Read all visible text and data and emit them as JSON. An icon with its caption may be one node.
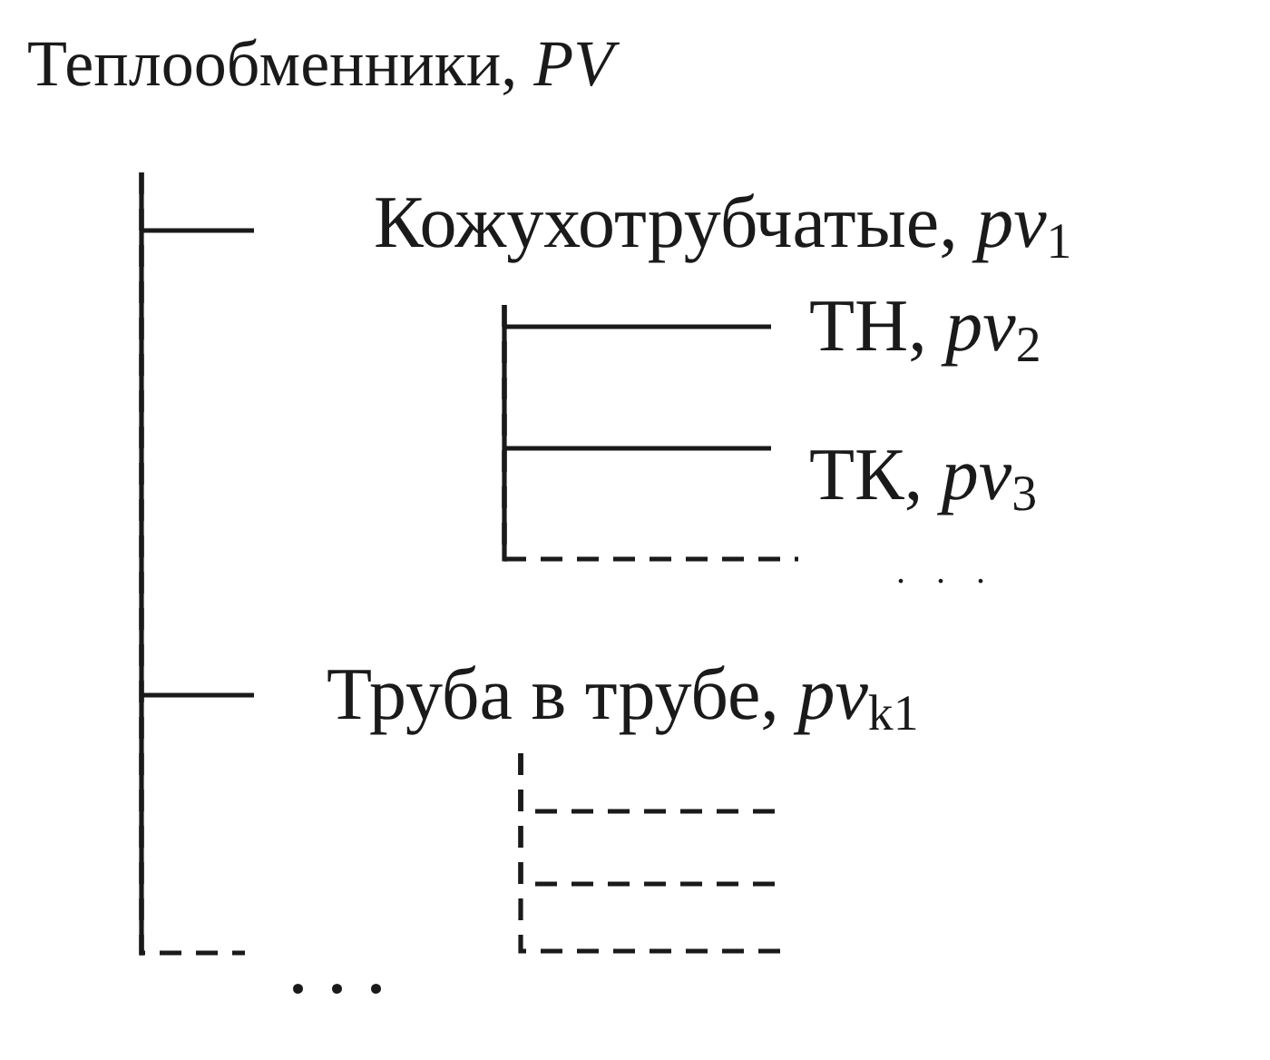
{
  "diagram": {
    "nodes": [
      {
        "text": [
          "Теплообменники, *PV*"
        ]
      },
      {
        "text": [
          "Кожухотрубчатые, *pv*$_{1}$"
        ]
      },
      {
        "text": [
          "ТН, *pv*$_{2}$"
        ]
      },
      {
        "text": [
          "ТК, *pv*$_{3}$"
        ]
      },
      {
        "text": [
          "Труба в трубе, *pv*$_{k1}$"
        ]
      }
    ],
    "edges": [
      {
        "from": 0,
        "to": 1,
        "arrow": "none"
      },
      {
        "from": 1,
        "to": 2,
        "arrow": "none"
      },
      {
        "from": 1,
        "to": 3,
        "arrow": "none"
      },
      {
        "from": 1,
        "to": null,
        "arrow": "none",
        "style": "dashed"
      },
      {
        "from": 0,
        "to": 4,
        "arrow": "none"
      },
      {
        "from": 4,
        "to": null,
        "arrow": "none",
        "style": "dashed"
      },
      {
        "from": 4,
        "to": null,
        "arrow": "none",
        "style": "dashed"
      },
      {
        "from": 4,
        "to": null,
        "arrow": "none",
        "style": "dashed"
      },
      {
        "from": 0,
        "to": null,
        "arrow": "none",
        "style": "dashed"
      }
    ],
    "labels": [
      ". . .",
      "..."
    ]
  }
}
